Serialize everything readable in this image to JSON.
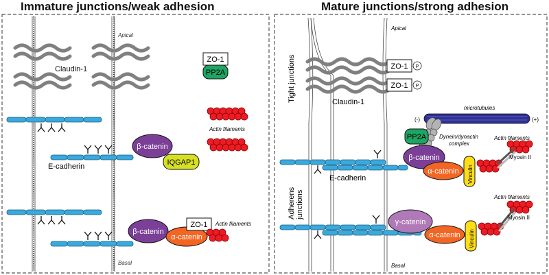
{
  "left": {
    "title": "Immature junctions/weak adhesion",
    "apical": "Apical",
    "basal": "Basal",
    "claudin": "Claudin-1",
    "zo1": "ZO-1",
    "pp2a": "PP2A",
    "actin": "Actin filaments",
    "ecadherin": "E-cadherin",
    "beta_catenin": "β-catenin",
    "iqgap1": "IQGAP1",
    "beta_catenin_2": "β-catenin",
    "alpha_catenin": "α-catenin",
    "zo1_2": "ZO-1",
    "actin_2": "Actin filaments"
  },
  "right": {
    "title": "Mature junctions/strong adhesion",
    "apical": "Apical",
    "basal": "Basal",
    "tight_junctions": "Tight junctions",
    "claudin": "Claudin-1",
    "zo1_a": "ZO-1",
    "zo1_b": "ZO-1",
    "phospho": "P",
    "microtubules": "microtubules",
    "minus": "(-)",
    "plus": "(+)",
    "dynein": "Dynein/dynactin",
    "complex": "complex",
    "pp2a": "PP2A",
    "beta_catenin": "β-catenin",
    "alpha_catenin": "α-catenin",
    "vinculin": "Vinculin",
    "actin": "Actin filaments",
    "myosin": "Myosin II",
    "ecadherin": "E-cadherin",
    "adherens_line1": "Adherens",
    "adherens_line2": "junctions",
    "gamma_catenin": "γ-catenin",
    "alpha_catenin_2": "α-catenin",
    "vinculin_2": "Vinculin",
    "actin_2": "Actin filaments",
    "myosin_2": "Myosin II"
  },
  "colors": {
    "cadherin": "#3aa9dc",
    "beta_catenin": "#7b3f98",
    "gamma_catenin": "#b07ab8",
    "alpha_catenin": "#f26522",
    "iqgap1": "#d7df23",
    "vinculin": "#ffde17",
    "pp2a": "#1fa463",
    "actin": "#ed1c24",
    "claudin": "#808080",
    "microtubule": "#2e3192",
    "dynein": "#b3b3b3"
  }
}
